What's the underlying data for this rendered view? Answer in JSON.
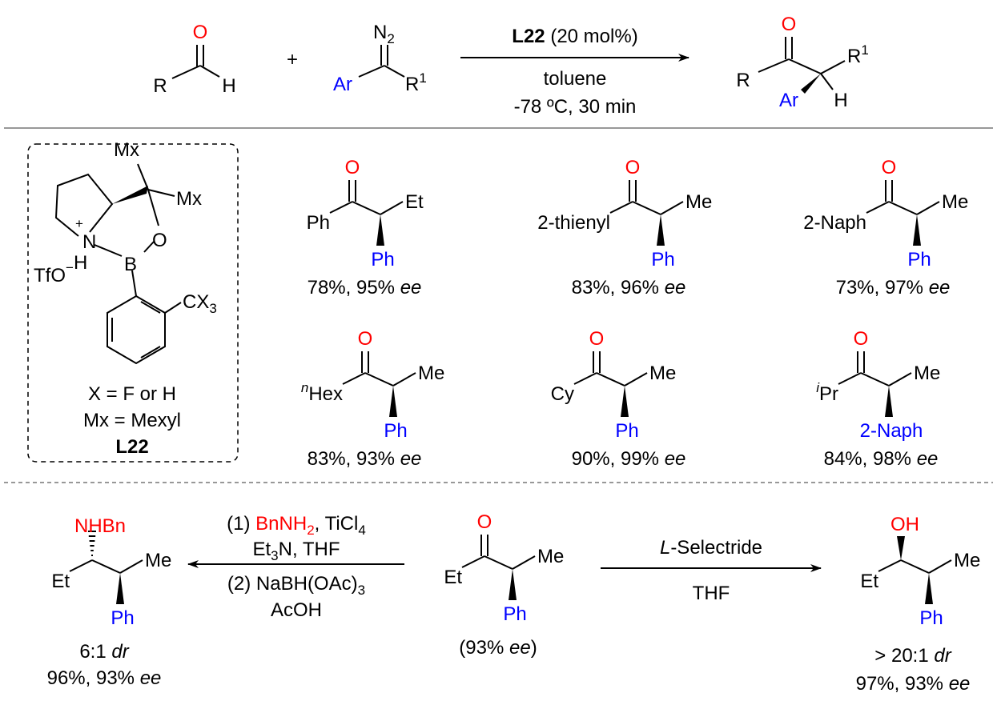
{
  "colors": {
    "oxygen_nitrogen_highlight": "#ff0000",
    "aryl": "#0000ff",
    "bond": "#000000"
  },
  "top_reaction": {
    "aldehyde": {
      "R": "R",
      "O": "O",
      "H": "H"
    },
    "plus": "+",
    "diazo": {
      "N": "N",
      "N_sub": "2",
      "Ar": "Ar",
      "R": "R",
      "R_sup": "1"
    },
    "conditions": {
      "catalyst": "L22",
      "loading": " (20 mol%)",
      "solvent": "toluene",
      "temp_time": "-78 ºC, 30 min"
    },
    "product": {
      "R": "R",
      "O": "O",
      "Ar": "Ar",
      "H": "H",
      "R1": "R",
      "R1_sup": "1"
    }
  },
  "ligand": {
    "Mx_top": "Mx",
    "Mx_right": "Mx",
    "N": "N",
    "plus": "+",
    "H": "H",
    "B": "B",
    "O": "O",
    "TfO": "TfO",
    "TfO_charge": "−",
    "CX3": "CX",
    "CX3_sub": "3",
    "x_def": "X = F or H",
    "mx_def": "Mx = Mexyl",
    "name": "L22"
  },
  "products": [
    {
      "left_sup": "",
      "left": "Ph",
      "right": "Et",
      "bottom": "Ph",
      "yield": "78%, 95% ",
      "ee": "ee"
    },
    {
      "left_sup": "",
      "left": "2-thienyl",
      "right": "Me",
      "bottom": "Ph",
      "yield": "83%, 96% ",
      "ee": "ee"
    },
    {
      "left_sup": "",
      "left": "2-Naph",
      "right": "Me",
      "bottom": "Ph",
      "yield": "73%, 97% ",
      "ee": "ee"
    },
    {
      "left_sup": "n",
      "left": "Hex",
      "right": "Me",
      "bottom": "Ph",
      "yield": "83%, 93% ",
      "ee": "ee"
    },
    {
      "left_sup": "",
      "left": "Cy",
      "right": "Me",
      "bottom": "Ph",
      "yield": "90%, 99% ",
      "ee": "ee"
    },
    {
      "left_sup": "i",
      "left": "Pr",
      "right": "Me",
      "bottom": "2-Naph",
      "yield": "84%, 98% ",
      "ee": "ee"
    }
  ],
  "derivatization": {
    "amine": {
      "top": "NHBn",
      "left": "Et",
      "right": "Me",
      "bottom": "Ph",
      "dr": "6:1 ",
      "dr_label": "dr",
      "yield": "96%, 93% ",
      "ee": "ee"
    },
    "amination_conditions": {
      "step1_prefix": "(1) ",
      "step1_reagent": "BnNH",
      "step1_reagent_sub": "2",
      "step1_rest": ", TiCl",
      "step1_rest_sub": "4",
      "line2": "Et",
      "line2_sub": "3",
      "line2_rest": "N, THF",
      "step2": "(2) NaBH(OAc)",
      "step2_sub": "3",
      "line4": "AcOH"
    },
    "ketone": {
      "O": "O",
      "left": "Et",
      "right": "Me",
      "bottom": "Ph",
      "ee_open": "(93% ",
      "ee": "ee",
      "ee_close": ")"
    },
    "reduction_conditions": {
      "prefix": "L",
      "reagent": "-Selectride",
      "solvent": "THF"
    },
    "alcohol": {
      "top": "OH",
      "left": "Et",
      "right": "Me",
      "bottom": "Ph",
      "dr": "> 20:1 ",
      "dr_label": "dr",
      "yield": "97%, 93% ",
      "ee": "ee"
    }
  }
}
